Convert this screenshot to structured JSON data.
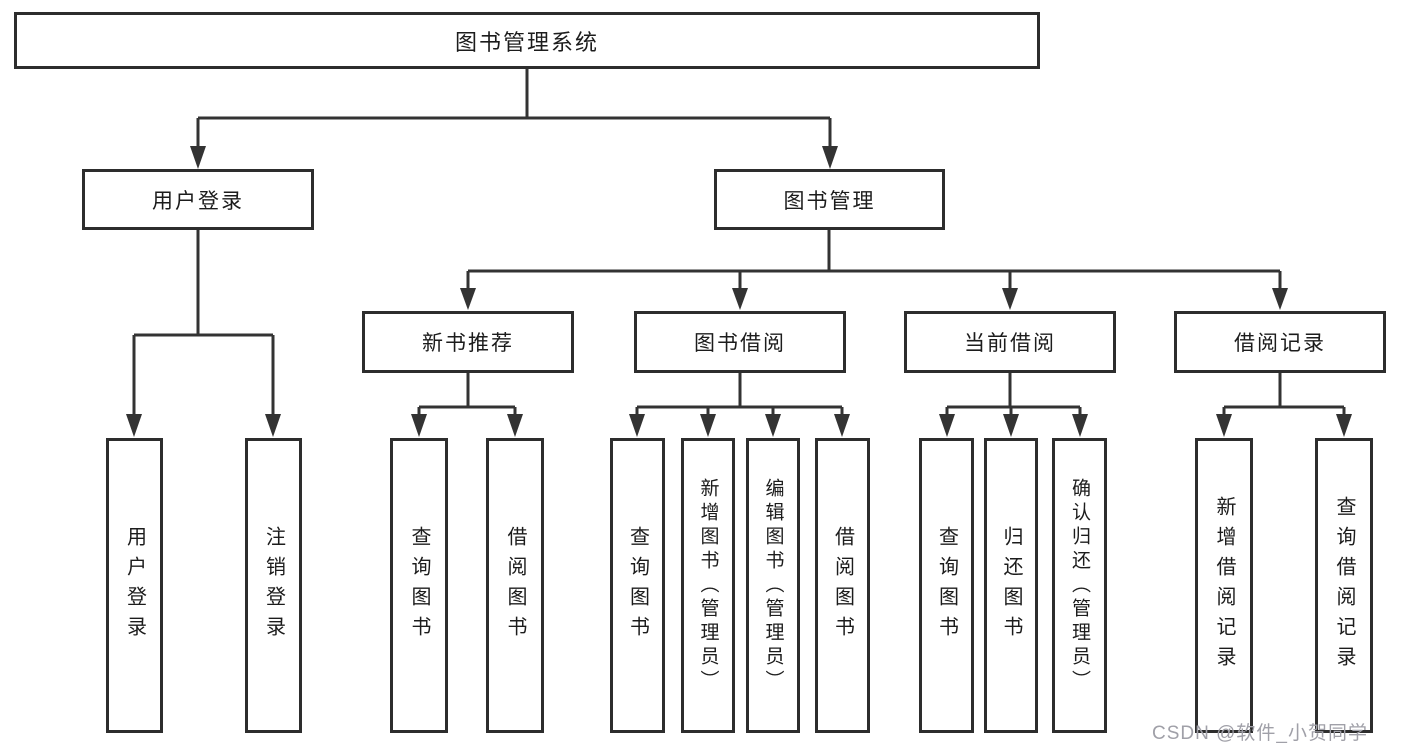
{
  "diagram": {
    "root": {
      "label": "图书管理系统"
    },
    "branches": [
      {
        "label": "用户登录",
        "children": [
          {
            "label": "用户登录"
          },
          {
            "label": "注销登录"
          }
        ]
      },
      {
        "label": "图书管理",
        "children": [
          {
            "label": "新书推荐",
            "children": [
              {
                "label": "查询图书"
              },
              {
                "label": "借阅图书"
              }
            ]
          },
          {
            "label": "图书借阅",
            "children": [
              {
                "label": "查询图书"
              },
              {
                "label": "新增图书（管理员）"
              },
              {
                "label": "编辑图书（管理员）"
              },
              {
                "label": "借阅图书"
              }
            ]
          },
          {
            "label": "当前借阅",
            "children": [
              {
                "label": "查询图书"
              },
              {
                "label": "归还图书"
              },
              {
                "label": "确认归还（管理员）"
              }
            ]
          },
          {
            "label": "借阅记录",
            "children": [
              {
                "label": "新增借阅记录"
              },
              {
                "label": "查询借阅记录"
              }
            ]
          }
        ]
      }
    ]
  },
  "watermark": {
    "text": "CSDN @软件_小贺同学"
  },
  "colors": {
    "line": "#333333",
    "box_border": "#2d2d2d",
    "box_background": "#ffffff",
    "text": "#1c1c1c",
    "watermark": "#a0a0a8",
    "background": "#ffffff"
  }
}
